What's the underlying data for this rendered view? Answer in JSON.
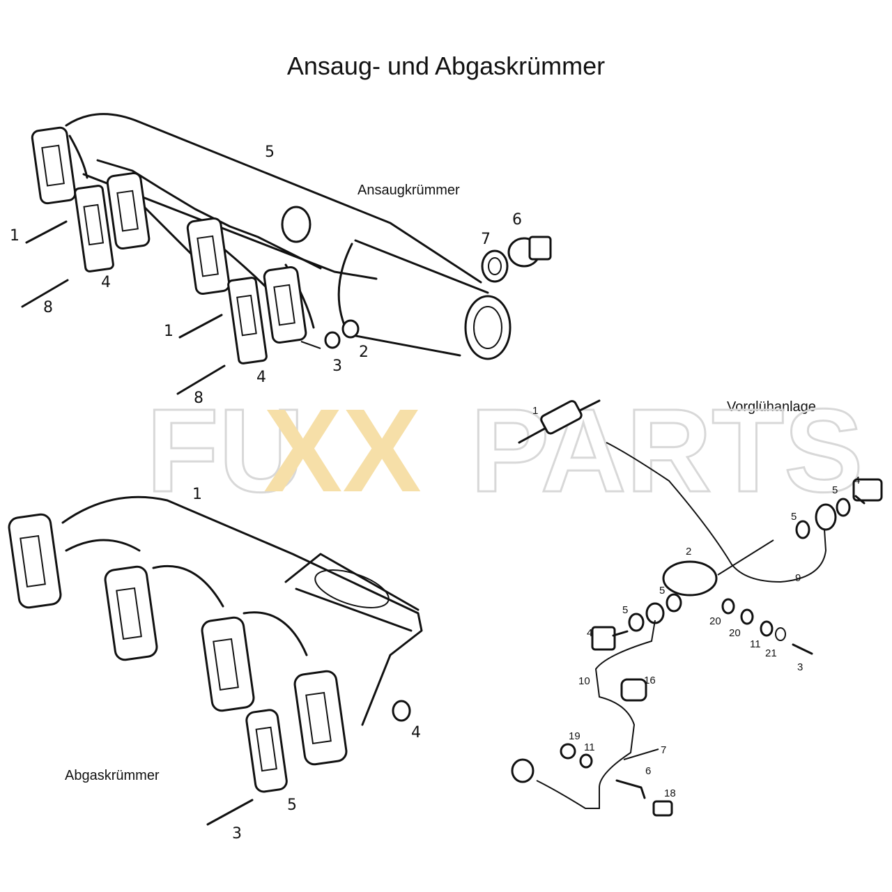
{
  "title": "Ansaug- und Abgaskrümmer",
  "sections": {
    "intake": "Ansaugkrümmer",
    "exhaust": "Abgaskrümmer",
    "glow": "Vorglühanlage"
  },
  "watermark": {
    "text_left": "FU",
    "text_mid": "XX",
    "text_right": "PARTS",
    "color_outline": "#d8d8d8",
    "color_accent": "#f6dfa8"
  },
  "intake_callouts": [
    "5",
    "7",
    "6",
    "1",
    "4",
    "8",
    "1",
    "3",
    "2",
    "4",
    "8"
  ],
  "exhaust_callouts": [
    "1",
    "4",
    "5",
    "3"
  ],
  "glow_callouts": [
    "1",
    "4",
    "5",
    "5",
    "2",
    "9",
    "5",
    "4",
    "5",
    "20",
    "20",
    "11",
    "21",
    "3",
    "10",
    "16",
    "19",
    "11",
    "7",
    "6",
    "18"
  ]
}
